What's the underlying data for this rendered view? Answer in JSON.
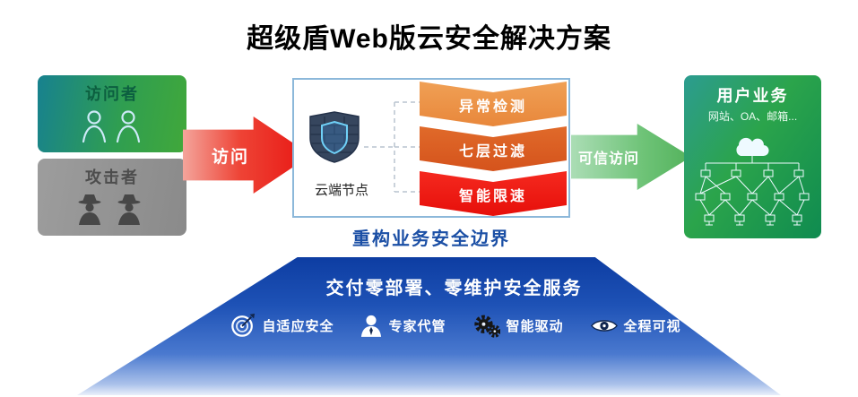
{
  "title": "超级盾Web版云安全解决方案",
  "left": {
    "visitor_label": "访问者",
    "attacker_label": "攻击者"
  },
  "arrows": {
    "access_label": "访问",
    "trusted_label": "可信访问"
  },
  "center": {
    "node_label": "云端节点",
    "banners": [
      {
        "label": "异常检测",
        "color": "#E8873B"
      },
      {
        "label": "七层过滤",
        "color": "#D5531C"
      },
      {
        "label": "智能限速",
        "color": "#E60F0A"
      }
    ],
    "caption": "重构业务安全边界"
  },
  "right": {
    "title": "用户业务",
    "subtitle": "网站、OA、邮箱..."
  },
  "bottom": {
    "title": "交付零部署、零维护安全服务",
    "features": [
      {
        "icon": "target-icon",
        "label": "自适应安全"
      },
      {
        "icon": "expert-icon",
        "label": "专家代管"
      },
      {
        "icon": "gears-icon",
        "label": "智能驱动"
      },
      {
        "icon": "eye-icon",
        "label": "全程可视"
      }
    ]
  },
  "colors": {
    "visitor_box_green": "#2F9E51",
    "attacker_box_gray": "#8A8A8A",
    "access_arrow_red": "#E81512",
    "trusted_arrow_green": "#53B25C",
    "caption_blue": "#1B4FA5",
    "pyramid_blue": "#0D3DA2",
    "center_border_blue": "#8CB8DA"
  }
}
